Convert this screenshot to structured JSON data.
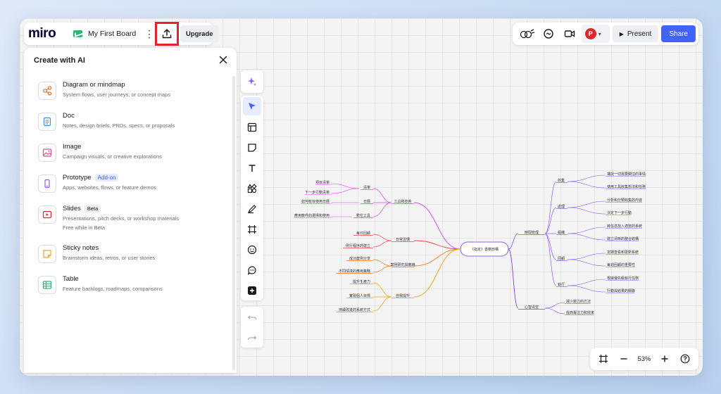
{
  "app": {
    "logo": "miro",
    "board_name": "My First Board",
    "upgrade_label": "Upgrade",
    "present_label": "Present",
    "share_label": "Share",
    "avatar_initial": "P"
  },
  "panel": {
    "title": "Create with AI",
    "items": [
      {
        "label": "Diagram or mindmap",
        "desc": "System flows, user journeys, or concept maps",
        "icon": "diagram-icon",
        "color": "#e86f2d"
      },
      {
        "label": "Doc",
        "desc": "Notes, design briefs, PRDs, specs, or proposals",
        "icon": "doc-icon",
        "color": "#3f8fdc"
      },
      {
        "label": "Image",
        "desc": "Campaign visuals, or creative explorations",
        "icon": "image-icon",
        "color": "#d94f9a"
      },
      {
        "label": "Prototype",
        "badge": "Add-on",
        "desc": "Apps, websites, flows, or feature demos",
        "icon": "prototype-icon",
        "color": "#8b5cf6"
      },
      {
        "label": "Slides",
        "badge": "Beta",
        "desc": "Presentations, pitch decks, or workshop materials",
        "desc2": "Free while in Beta",
        "icon": "slides-icon",
        "color": "#e3242b"
      },
      {
        "label": "Sticky notes",
        "desc": "Brainstorm ideas, retros, or user stories",
        "icon": "sticky-icon",
        "color": "#e8a33d"
      },
      {
        "label": "Table",
        "desc": "Feature backlogs, roadmaps, comparisons",
        "icon": "table-icon",
        "color": "#2bb673"
      }
    ]
  },
  "zoom": {
    "level": "53%"
  },
  "colors": {
    "accent": "#4262ff",
    "highlight": "#e3242b"
  },
  "mindmap": {
    "root": "《指定》書籍剖構",
    "left": {
      "branches": [
        {
          "label": "工具和技術",
          "color": "#d946ef",
          "children": [
            {
              "label": "清單",
              "leaves": [
                "項目清單",
                "下一步行動清單"
              ]
            },
            {
              "label": "日曆",
              "leaves": [
                "如何有效使用日曆"
              ]
            },
            {
              "label": "數位工具",
              "leaves": [
                "應用軟件的選擇和使用"
              ]
            }
          ]
        },
        {
          "label": "日常習慣",
          "color": "#ef4444",
          "children": [
            {
              "label": "每日回顧",
              "leaves": []
            },
            {
              "label": "例行程序的建立",
              "leaves": []
            }
          ]
        },
        {
          "label": "案例研究與實踐",
          "color": "#f97316",
          "children": [
            {
              "label": "成功案例分享",
              "leaves": []
            },
            {
              "label": "不同情境的應用策略",
              "leaves": []
            }
          ]
        },
        {
          "label": "自我提升",
          "color": "#f59e0b",
          "children": [
            {
              "label": "提升生產力",
              "leaves": []
            },
            {
              "label": "實現個人目標",
              "leaves": []
            },
            {
              "label": "持續改進的系統方式",
              "leaves": []
            }
          ]
        }
      ]
    },
    "right": {
      "branches": [
        {
          "label": "時間管理",
          "color": "#8b5cf6",
          "children": [
            {
              "label": "收集",
              "leaves": [
                "捕捉一切需要關注的事情",
                "使用工具收集想法和任務"
              ]
            },
            {
              "label": "處理",
              "leaves": [
                "分析和分類收集的內容",
                "決定下一步行動"
              ]
            },
            {
              "label": "組織",
              "leaves": [
                "將信息放入適當的系統",
                "建立清晰的整合結構"
              ]
            },
            {
              "label": "回顧",
              "leaves": [
                "定期查看和更新系統",
                "每週回顧的重要性"
              ]
            },
            {
              "label": "執行",
              "leaves": [
                "根據優先級執行任務",
                "行動與結果的關聯"
              ]
            }
          ]
        },
        {
          "label": "心智清空",
          "color": "#7c3aed",
          "children": [
            {
              "label": "",
              "leaves": [
                "減少壓力的方法",
                "提高專注力和效率"
              ]
            }
          ]
        }
      ]
    }
  }
}
